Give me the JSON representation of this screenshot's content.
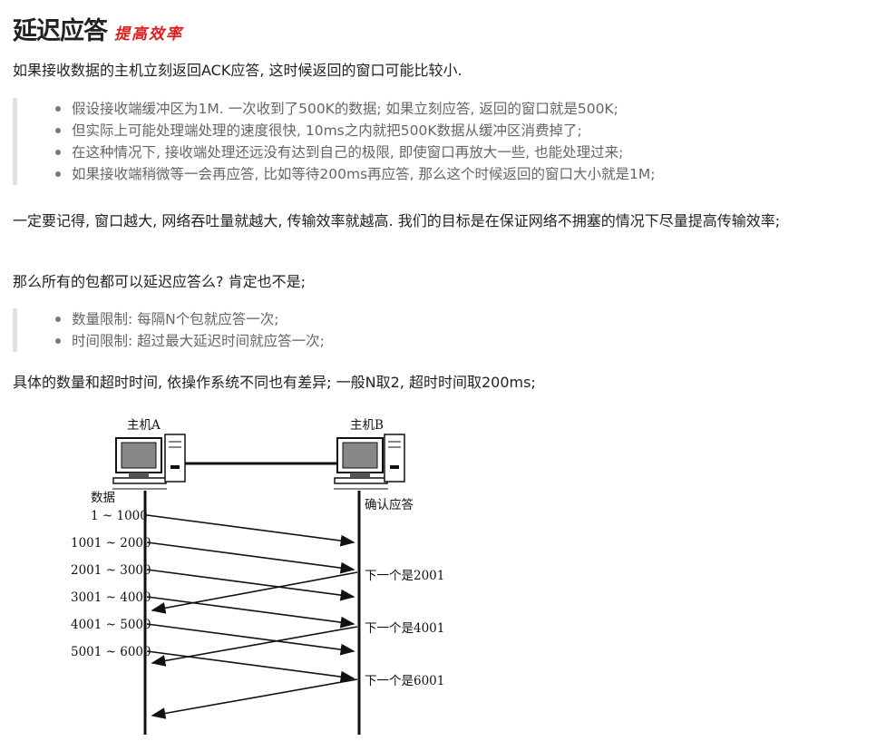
{
  "title": {
    "main": "延迟应答",
    "sub": "提高效率"
  },
  "intro": "如果接收数据的主机立刻返回ACK应答, 这时候返回的窗口可能比较小.",
  "quote1": [
    "假设接收端缓冲区为1M. 一次收到了500K的数据; 如果立刻应答, 返回的窗口就是500K;",
    "但实际上可能处理端处理的速度很快, 10ms之内就把500K数据从缓冲区消费掉了;",
    "在这种情况下, 接收端处理还远没有达到自己的极限, 即使窗口再放大一些, 也能处理过来;",
    "如果接收端稍微等一会再应答, 比如等待200ms再应答, 那么这个时候返回的窗口大小就是1M;"
  ],
  "remember": "一定要记得, 窗口越大, 网络吞吐量就越大, 传输效率就越高. 我们的目标是在保证网络不拥塞的情况下尽量提高传输效率;",
  "question": "那么所有的包都可以延迟应答么? 肯定也不是;",
  "quote2": [
    "数量限制: 每隔N个包就应答一次;",
    "时间限制: 超过最大延迟时间就应答一次;"
  ],
  "detail": "具体的数量和超时时间, 依操作系统不同也有差异; 一般N取2, 超时时间取200ms;",
  "diagram": {
    "host_a": "主机A",
    "host_b": "主机B",
    "data_label": "数据",
    "ack_label": "确认应答",
    "segments": [
      "1 ~ 1000",
      "1001 ~ 2000",
      "2001 ~ 3000",
      "3001 ~ 4000",
      "4001 ~ 5000",
      "5001 ~ 6000"
    ],
    "acks": [
      "下一个是2001",
      "下一个是4001",
      "下一个是6001"
    ]
  }
}
